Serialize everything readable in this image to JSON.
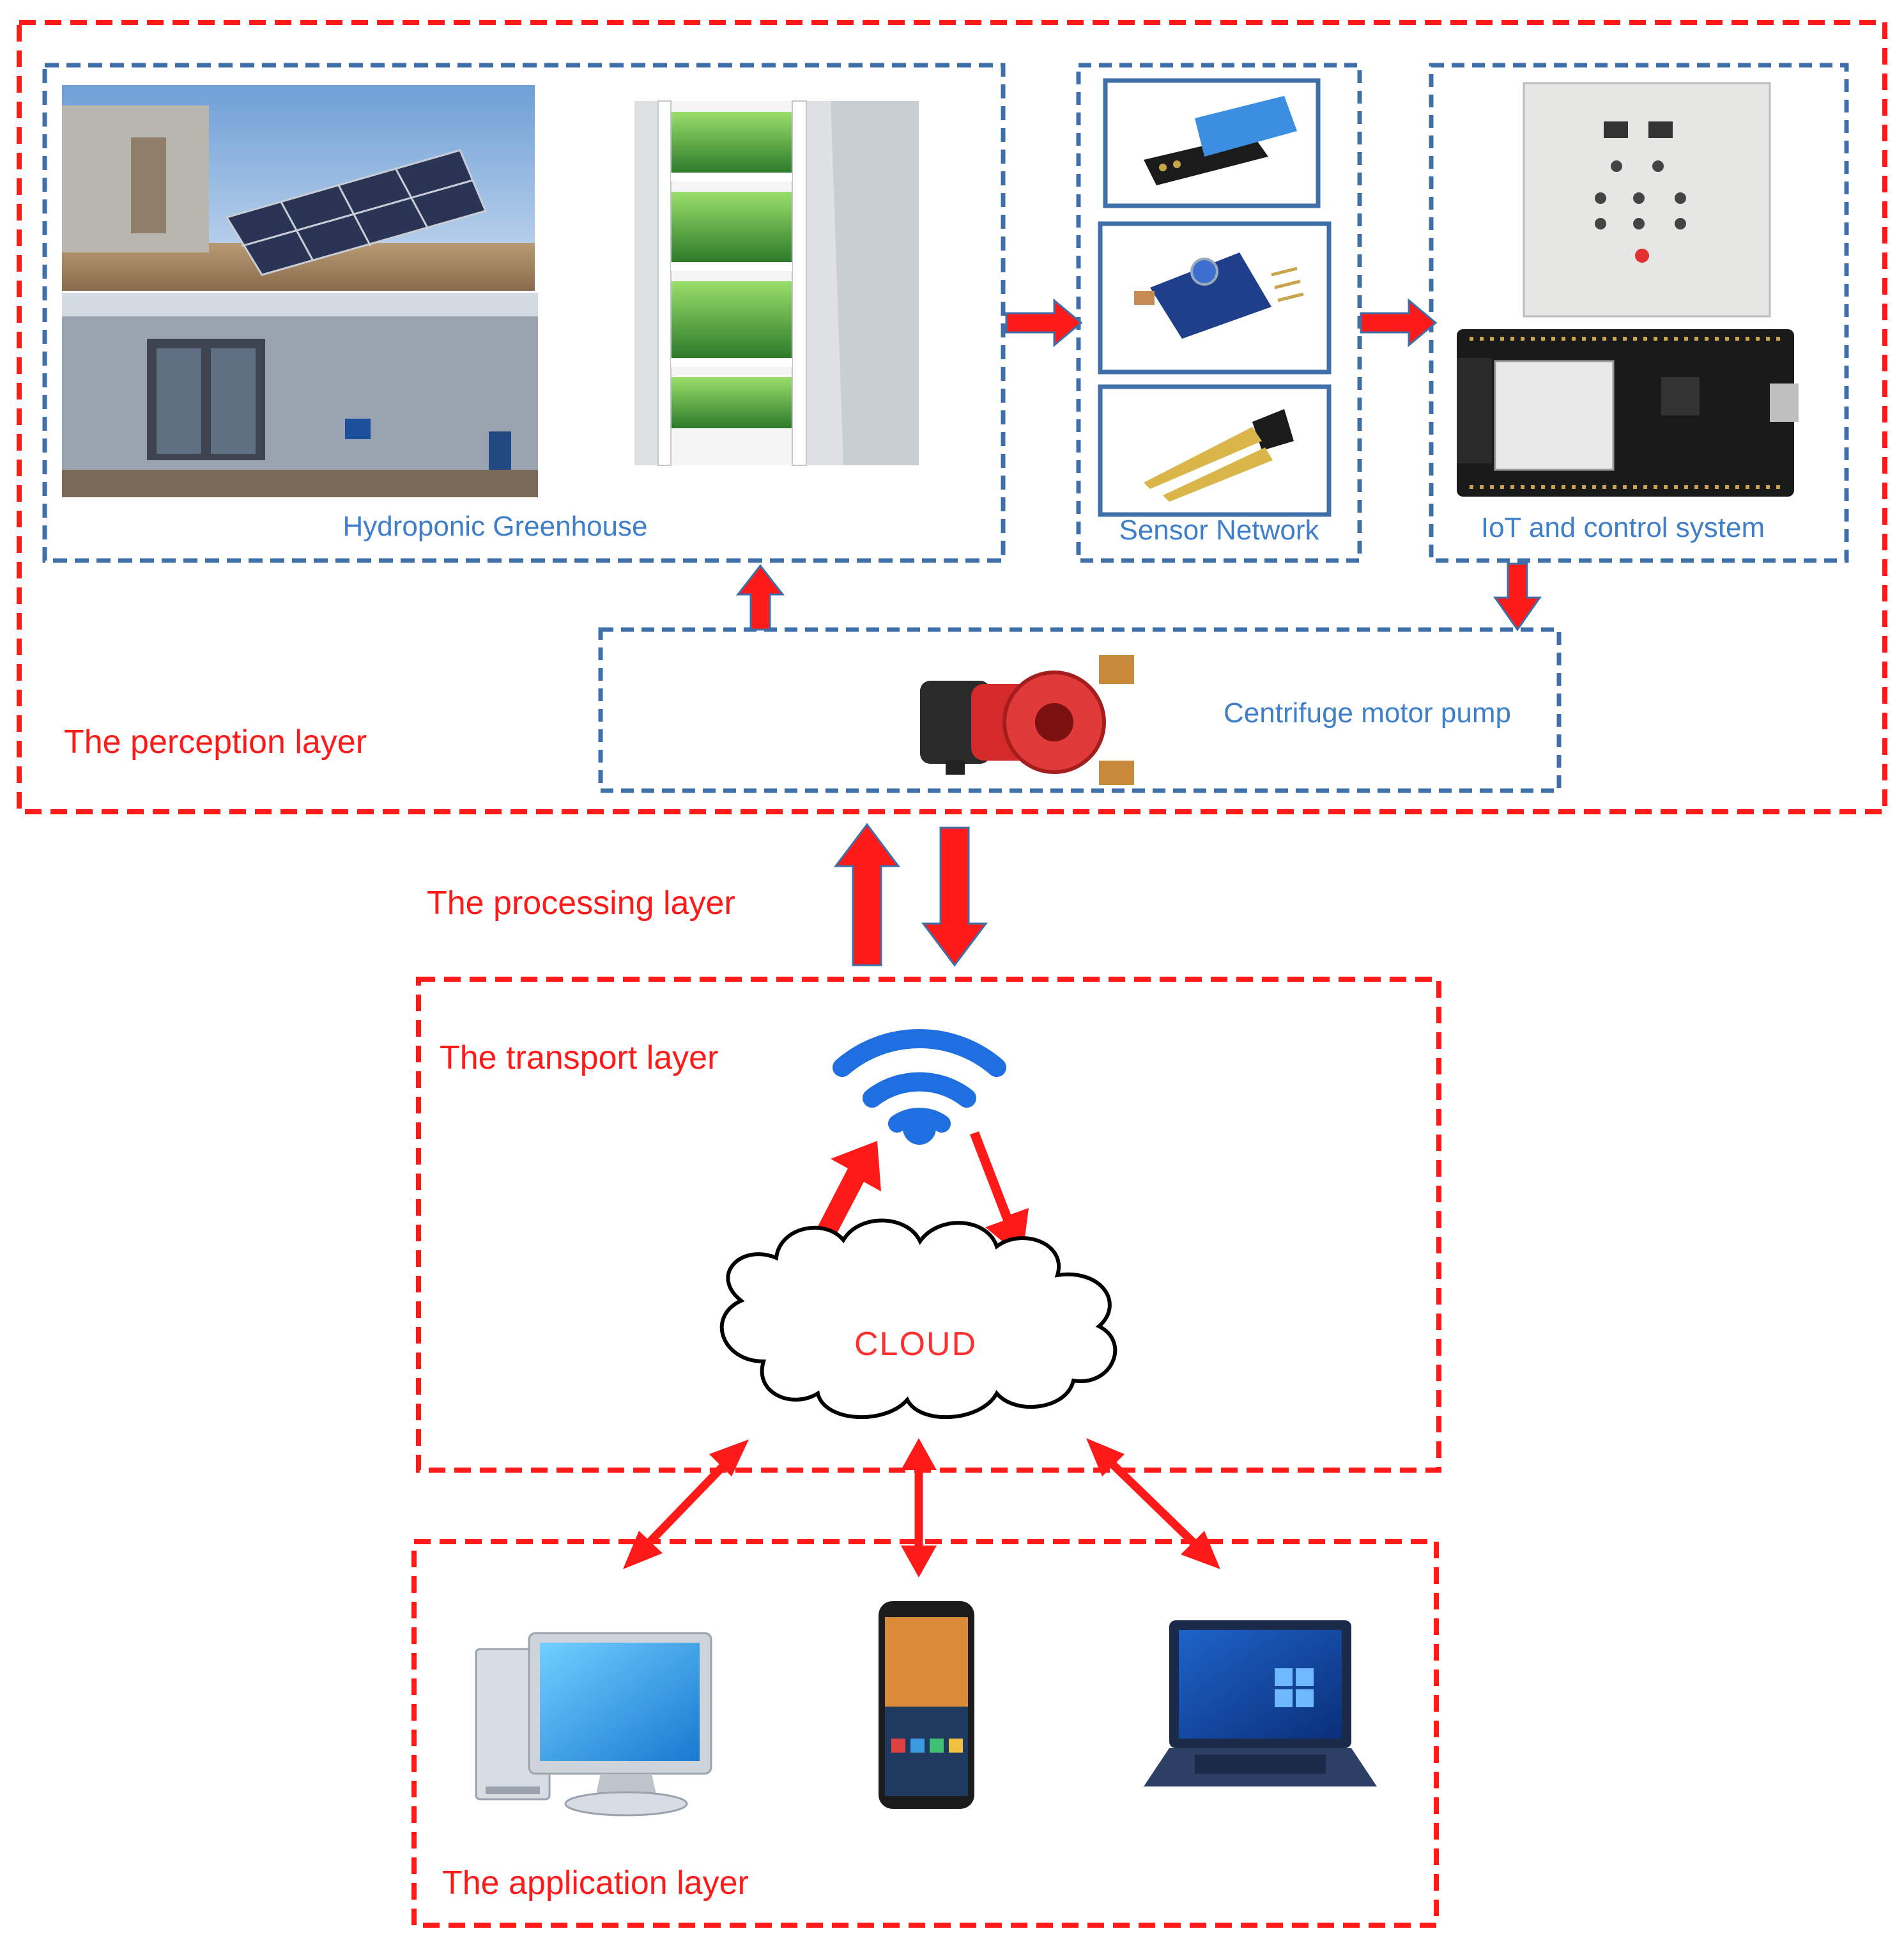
{
  "layers": {
    "perception": "The perception layer",
    "processing": "The processing layer",
    "transport": "The transport layer",
    "application": "The application layer"
  },
  "components": {
    "greenhouse": "Hydroponic Greenhouse",
    "sensors": "Sensor Network",
    "iot": "IoT and control system",
    "pump": "Centrifuge motor pump",
    "cloud": "CLOUD"
  },
  "colors": {
    "layer_border": "#ff1a1a",
    "component_border": "#3f6fa8",
    "arrow": "#ff1a1a",
    "component_label": "#3f7fc9"
  }
}
